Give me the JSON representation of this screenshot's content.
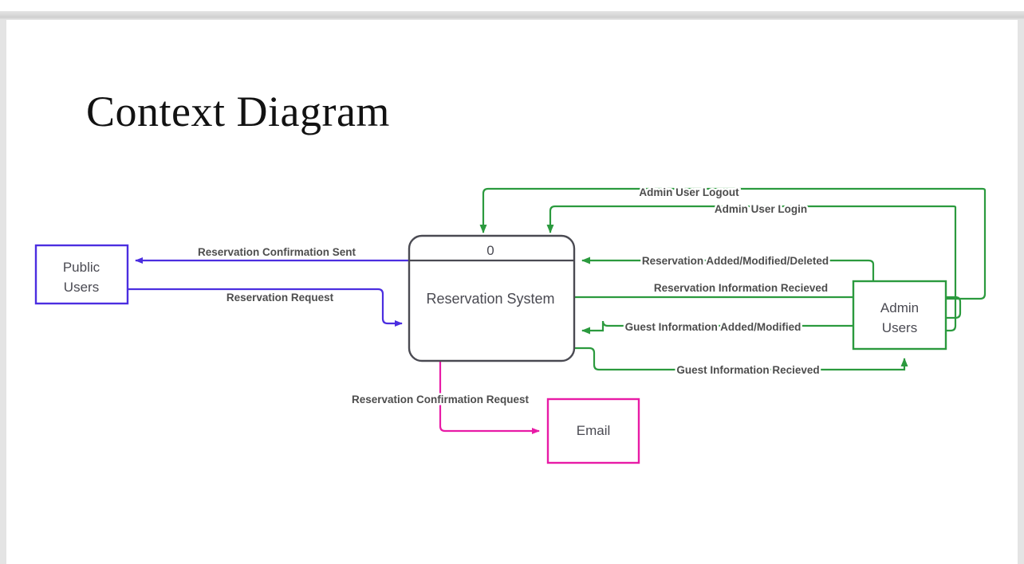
{
  "document": {
    "title": "Context Diagram"
  },
  "colors": {
    "public_users": "#4b2ee0",
    "admin_users": "#2b9a3e",
    "email": "#e81ba6",
    "process": "#4a4a52",
    "text": "#4a4a52",
    "label_text": "#4d4d4d",
    "canvas": "#ffffff",
    "frame": "#e4e4e4"
  },
  "process": {
    "number": "0",
    "name": "Reservation System"
  },
  "entities": [
    {
      "id": "public-users",
      "name": "Public Users",
      "line1": "Public",
      "line2": "Users",
      "color": "#4b2ee0"
    },
    {
      "id": "admin-users",
      "name": "Admin Users",
      "line1": "Admin",
      "line2": "Users",
      "color": "#2b9a3e"
    },
    {
      "id": "email",
      "name": "Email",
      "line1": "Email",
      "line2": "",
      "color": "#e81ba6"
    }
  ],
  "flows": [
    {
      "id": "reservation-confirmation-sent",
      "label": "Reservation Confirmation Sent",
      "from": "Reservation System",
      "to": "Public Users",
      "color": "#4b2ee0"
    },
    {
      "id": "reservation-request",
      "label": "Reservation Request",
      "from": "Public Users",
      "to": "Reservation System",
      "color": "#4b2ee0"
    },
    {
      "id": "admin-user-logout",
      "label": "Admin User Logout",
      "from": "Admin Users",
      "to": "Reservation System",
      "color": "#2b9a3e"
    },
    {
      "id": "admin-user-login",
      "label": "Admin User Login",
      "from": "Admin Users",
      "to": "Reservation System",
      "color": "#2b9a3e"
    },
    {
      "id": "reservation-added-modified-deleted",
      "label": "Reservation Added/Modified/Deleted",
      "from": "Admin Users",
      "to": "Reservation System",
      "color": "#2b9a3e"
    },
    {
      "id": "reservation-information-recieved",
      "label": "Reservation Information Recieved",
      "from": "Reservation System",
      "to": "Admin Users",
      "color": "#2b9a3e"
    },
    {
      "id": "guest-information-added-modified",
      "label": "Guest Information Added/Modified",
      "from": "Admin Users",
      "to": "Reservation System",
      "color": "#2b9a3e"
    },
    {
      "id": "guest-information-recieved",
      "label": "Guest Information Recieved",
      "from": "Reservation System",
      "to": "Admin Users",
      "color": "#2b9a3e"
    },
    {
      "id": "reservation-confirmation-request",
      "label": "Reservation Confirmation Request",
      "from": "Reservation System",
      "to": "Email",
      "color": "#e81ba6"
    }
  ]
}
